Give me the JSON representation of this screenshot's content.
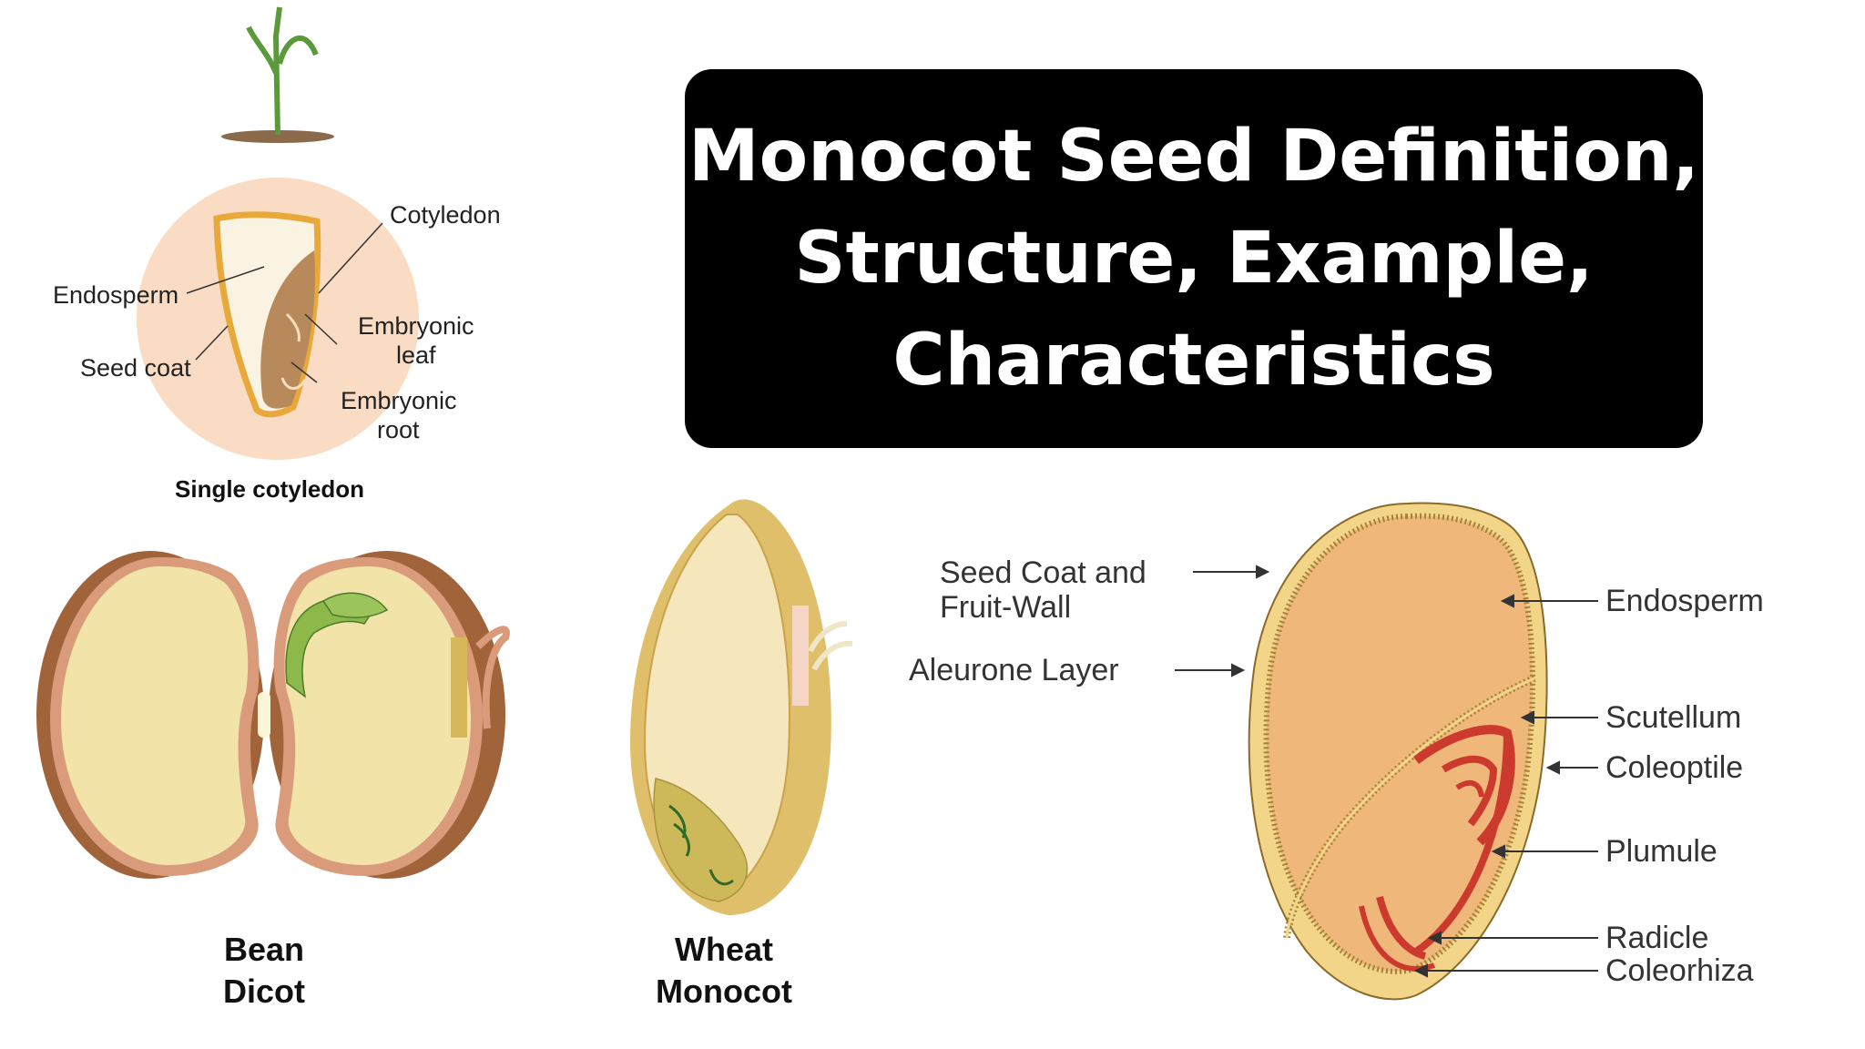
{
  "title": {
    "lines": [
      "Monocot Seed Definition,",
      "Structure, Example,",
      "Characteristics"
    ],
    "background": "#000000",
    "text_color": "#ffffff"
  },
  "single_cotyledon_diagram": {
    "caption": "Single cotyledon",
    "labels": {
      "cotyledon": "Cotyledon",
      "endosperm": "Endosperm",
      "embryonic_leaf_1": "Embryonic",
      "embryonic_leaf_2": "leaf",
      "seed_coat": "Seed coat",
      "embryonic_root_1": "Embryonic",
      "embryonic_root_2": "root"
    },
    "colors": {
      "circle": "#fadcc4",
      "coat": "#e8a93a",
      "endosperm": "#fbf3e2",
      "embryo": "#b8895a",
      "plant": "#5a9a3a"
    }
  },
  "bean_diagram": {
    "caption_1": "Bean",
    "caption_2": "Dicot",
    "colors": {
      "outer": "#a0633a",
      "inner_rim": "#d99b7a",
      "flesh": "#f2e3a8",
      "sprout": "#8db84a"
    }
  },
  "wheat_diagram": {
    "caption_1": "Wheat",
    "caption_2": "Monocot",
    "colors": {
      "husk": "#e0bf6a",
      "flesh": "#f5e6bc",
      "embryo": "#cdb85a"
    }
  },
  "monocot_structure_diagram": {
    "labels": {
      "seed_coat_1": "Seed Coat and",
      "seed_coat_2": "Fruit-Wall",
      "aleurone": "Aleurone Layer",
      "endosperm": "Endosperm",
      "scutellum": "Scutellum",
      "coleoptile": "Coleoptile",
      "plumule": "Plumule",
      "radicle": "Radicle",
      "coleorhiza": "Coleorhiza"
    },
    "colors": {
      "body": "#efb77a",
      "rim": "#f3d58a",
      "embryo_red": "#cc3a2e"
    }
  }
}
